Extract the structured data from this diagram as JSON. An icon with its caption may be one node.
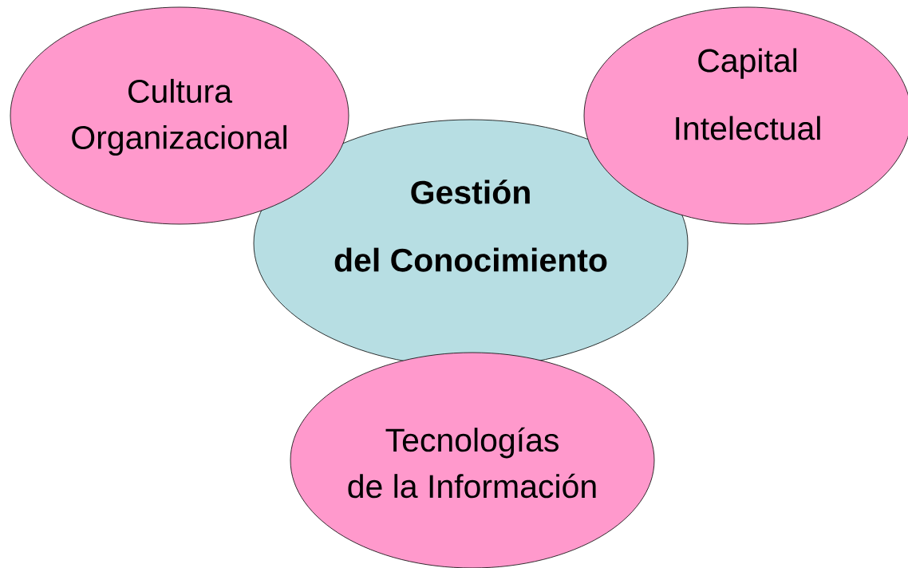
{
  "diagram": {
    "nodes": [
      {
        "text": [
          "Cultura",
          "Organizacional"
        ]
      },
      {
        "text": [
          "Capital",
          "Intelectual"
        ]
      },
      {
        "text": [
          "Gestión",
          "del Conocimiento"
        ]
      },
      {
        "text": [
          "Tecnologías",
          "de la Información"
        ]
      }
    ]
  }
}
